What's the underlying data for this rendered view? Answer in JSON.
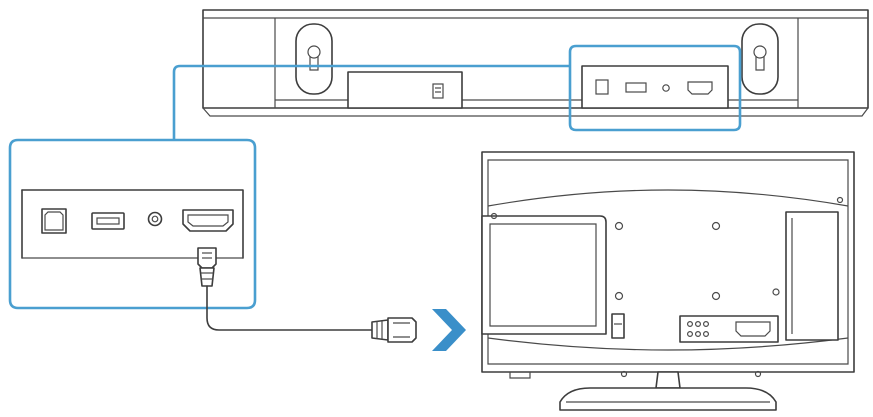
{
  "diagram": {
    "accent_color": "#4a9fd0",
    "arrow_color": "#3a8fc9",
    "line_color": "#3d3d3d",
    "ports": [
      "optical-port",
      "usb-port",
      "aux-port",
      "hdmi-port"
    ],
    "components": [
      "soundbar",
      "zoom-callout",
      "hdmi-cable",
      "direction-arrow",
      "television-back"
    ]
  }
}
